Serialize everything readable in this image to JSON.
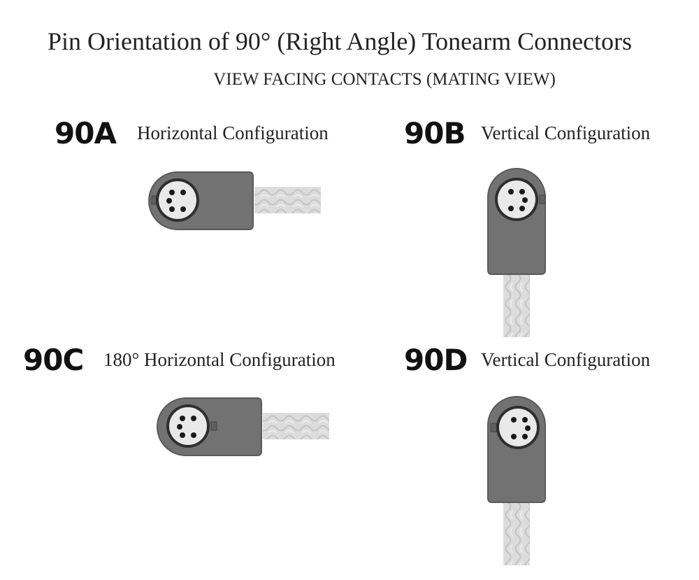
{
  "title": "Pin Orientation of 90° (Right Angle) Tonearm Connectors",
  "subtitle": "VIEW FACING CONTACTS (MATING VIEW)",
  "configurations": [
    {
      "code": "90A",
      "description": "Horizontal Configuration"
    },
    {
      "code": "90B",
      "description": "Vertical Configuration"
    },
    {
      "code": "90C",
      "description": "180° Horizontal Configuration"
    },
    {
      "code": "90D",
      "description": "Vertical Configuration"
    }
  ],
  "colors": {
    "housing": "#727272",
    "housing_edge": "#5a5a5a",
    "socket": "#e9e9e9",
    "pin": "#1a1a1a",
    "cable": "#dcdcdc"
  }
}
